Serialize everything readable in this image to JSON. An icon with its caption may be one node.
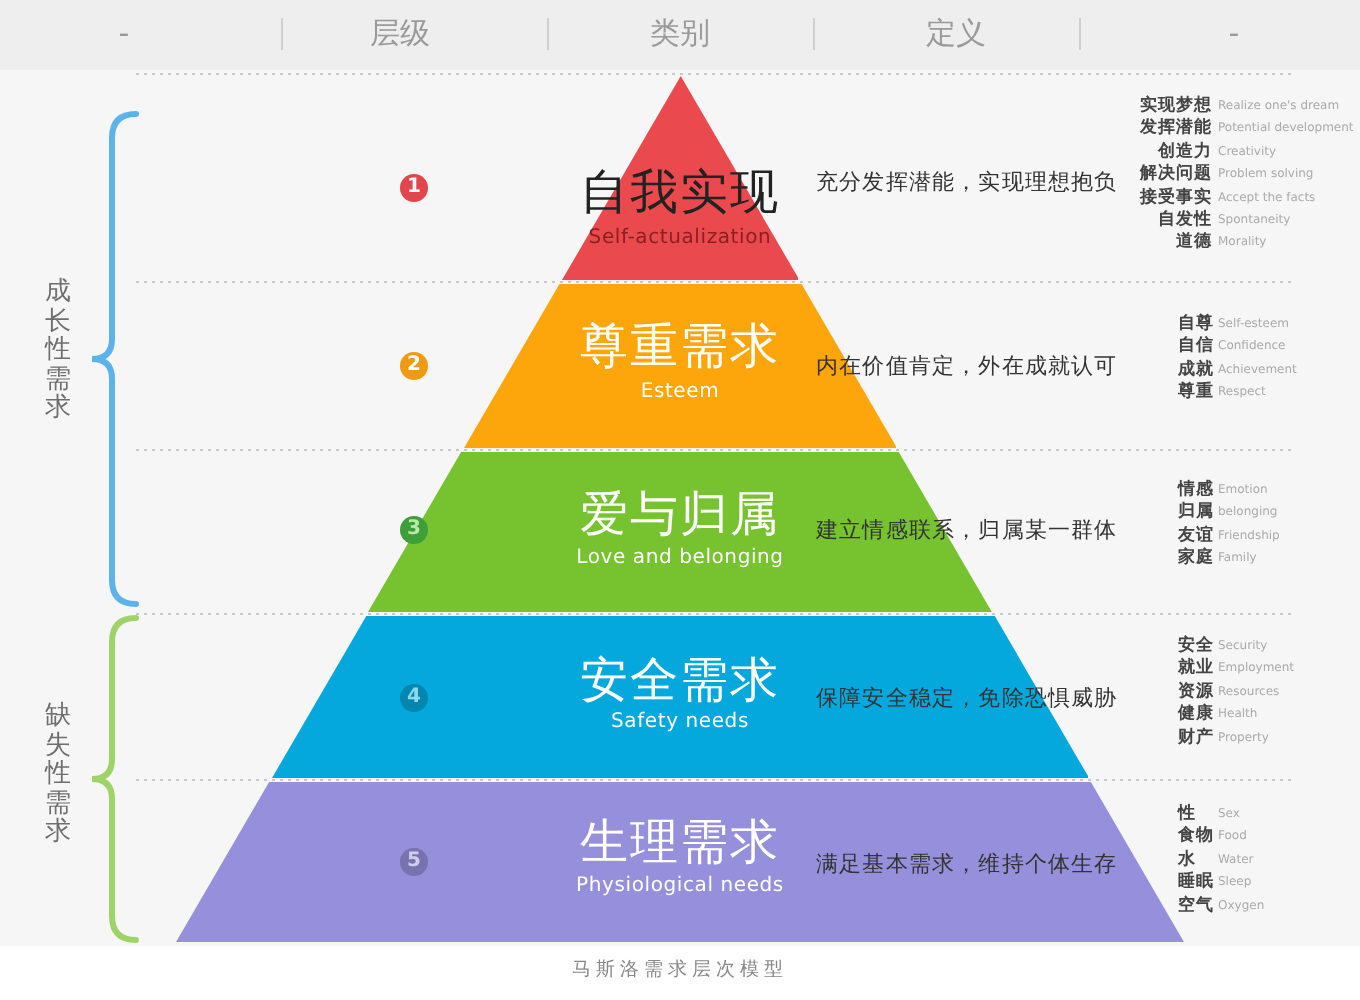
{
  "diagram": {
    "caption": "马斯洛需求层次模型",
    "nodes": [
      {
        "text": [
          "自我实现",
          "Self-actualization"
        ],
        "beside": [
          "充分发挥潜能，实现理想抱负"
        ]
      },
      {
        "text": [
          "1"
        ]
      },
      {
        "text": [
          "尊重需求",
          "Esteem"
        ],
        "beside": [
          "内在价值肯定，外在成就认可"
        ]
      },
      {
        "text": [
          "2"
        ]
      },
      {
        "text": [
          "爱与归属",
          "Love and belonging"
        ],
        "beside": [
          "建立情感联系，归属某一群体"
        ]
      },
      {
        "text": [
          "3"
        ]
      },
      {
        "text": [
          "安全需求",
          "Safety needs"
        ],
        "beside": [
          "保障安全稳定，免除恐惧威胁"
        ]
      },
      {
        "text": [
          "4"
        ],
        "in": 6
      },
      {
        "text": [
          "生理需求",
          "Physiological needs"
        ],
        "beside": [
          "满足基本需求，维持个体生存"
        ]
      },
      {
        "text": [
          "5"
        ],
        "in": 8
      }
    ],
    "labels": [
      "-",
      "层级",
      "类别",
      "定义",
      "-",
      "成长性需求",
      "缺失性需求",
      "实现梦想",
      "Realize one's dream",
      "发挥潜能",
      "Potential development",
      "创造力",
      "Creativity",
      "解决问题",
      "Problem solving",
      "接受事实",
      "Accept the facts",
      "自发性",
      "Spontaneity",
      "道德",
      "Morality",
      "自尊",
      "Self-esteem",
      "自信",
      "Confidence",
      "成就",
      "Achievement",
      "尊重",
      "Respect",
      "情感",
      "Emotion",
      "归属",
      "belonging",
      "友谊",
      "Friendship",
      "家庭",
      "Family",
      "安全",
      "Security",
      "就业",
      "Employment",
      "资源",
      "Resources",
      "健康",
      "Health",
      "财产",
      "Property",
      "性",
      "Sex",
      "食物",
      "Food",
      "水",
      "Water",
      "睡眠",
      "Sleep",
      "空气",
      "Oxygen"
    ]
  }
}
